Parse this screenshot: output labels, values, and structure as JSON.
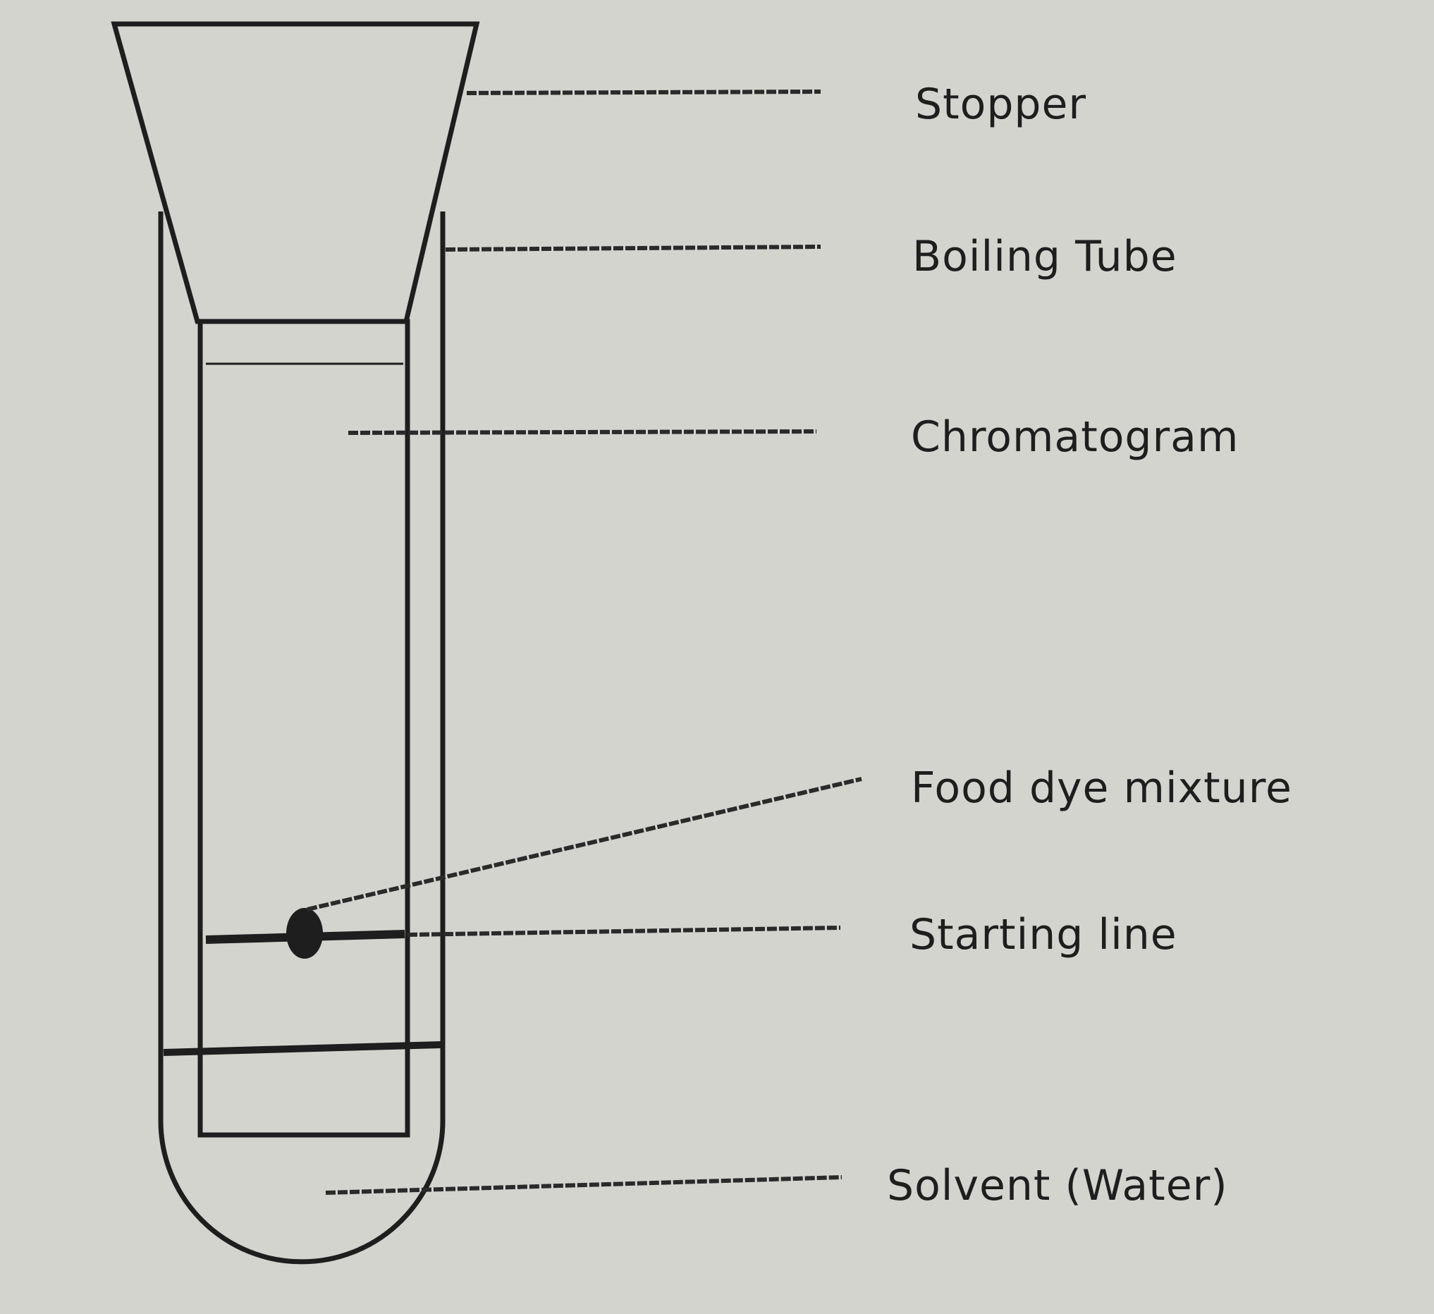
{
  "labels": {
    "stopper": "Stopper",
    "boiling_tube": "Boiling Tube",
    "chromatogram": "Chromatogram",
    "food_dye_mixture": "Food dye mixture",
    "starting_line": "Starting line",
    "solvent": "Solvent (Water)"
  },
  "colors": {
    "background": "#d3d4ce",
    "line": "#1e1e1e"
  }
}
